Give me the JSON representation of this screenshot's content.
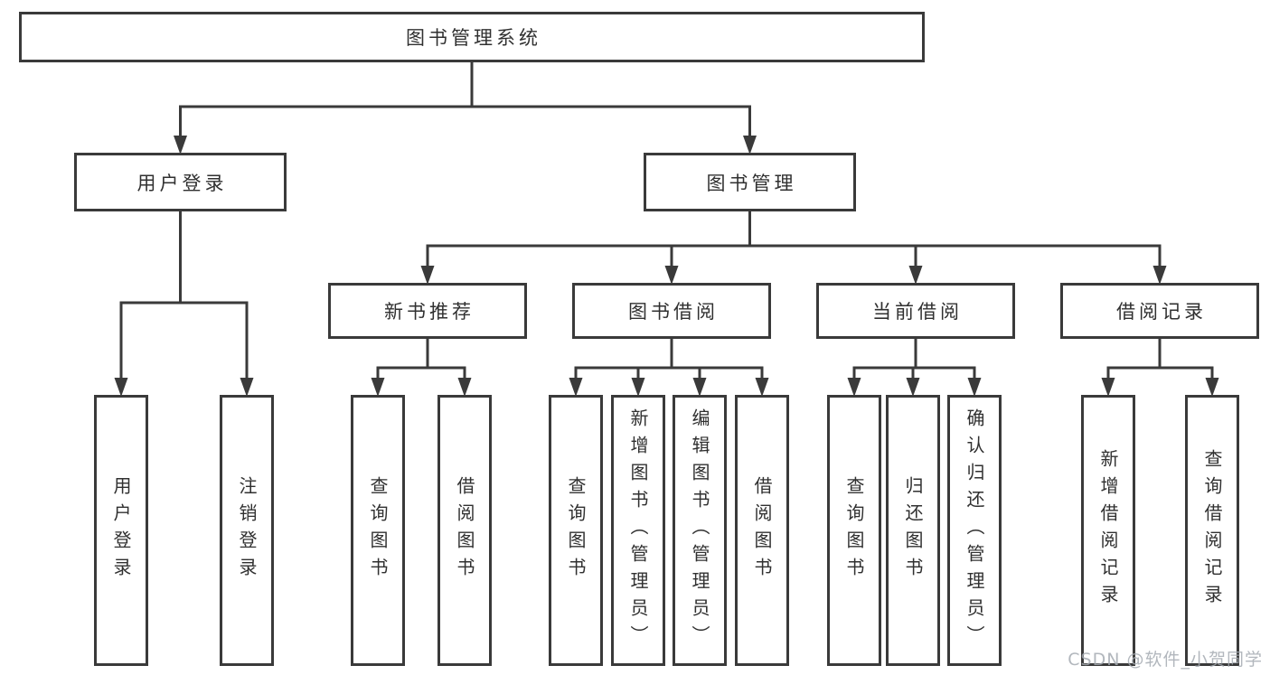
{
  "diagram": {
    "title": "图书管理系统",
    "colors": {
      "line": "#3a3a3a",
      "box_border": "#3a3a3a",
      "box_background": "#ffffff",
      "text": "#303030",
      "watermark": "#a5aab2",
      "background": "#ffffff"
    },
    "nodes": [
      {
        "id": "root",
        "label": "图书管理系统",
        "parent": null,
        "orientation": "horizontal"
      },
      {
        "id": "user-login",
        "label": "用户登录",
        "parent": "root",
        "orientation": "horizontal"
      },
      {
        "id": "book-mgmt",
        "label": "图书管理",
        "parent": "root",
        "orientation": "horizontal"
      },
      {
        "id": "new-book-rec",
        "label": "新书推荐",
        "parent": "book-mgmt",
        "orientation": "horizontal"
      },
      {
        "id": "book-borrow",
        "label": "图书借阅",
        "parent": "book-mgmt",
        "orientation": "horizontal"
      },
      {
        "id": "current-borrow",
        "label": "当前借阅",
        "parent": "book-mgmt",
        "orientation": "horizontal"
      },
      {
        "id": "borrow-records",
        "label": "借阅记录",
        "parent": "book-mgmt",
        "orientation": "horizontal"
      },
      {
        "id": "leaf-user-login",
        "label": "用户登录",
        "parent": "user-login",
        "orientation": "vertical"
      },
      {
        "id": "leaf-logout",
        "label": "注销登录",
        "parent": "user-login",
        "orientation": "vertical"
      },
      {
        "id": "leaf-nbr-query",
        "label": "查询图书",
        "parent": "new-book-rec",
        "orientation": "vertical"
      },
      {
        "id": "leaf-nbr-borrow",
        "label": "借阅图书",
        "parent": "new-book-rec",
        "orientation": "vertical"
      },
      {
        "id": "leaf-bb-query",
        "label": "查询图书",
        "parent": "book-borrow",
        "orientation": "vertical"
      },
      {
        "id": "leaf-bb-add",
        "label": "新增图书（管理员）",
        "parent": "book-borrow",
        "orientation": "vertical"
      },
      {
        "id": "leaf-bb-edit",
        "label": "编辑图书（管理员）",
        "parent": "book-borrow",
        "orientation": "vertical"
      },
      {
        "id": "leaf-bb-borrow",
        "label": "借阅图书",
        "parent": "book-borrow",
        "orientation": "vertical"
      },
      {
        "id": "leaf-cb-query",
        "label": "查询图书",
        "parent": "current-borrow",
        "orientation": "vertical"
      },
      {
        "id": "leaf-cb-return",
        "label": "归还图书",
        "parent": "current-borrow",
        "orientation": "vertical"
      },
      {
        "id": "leaf-cb-confirm",
        "label": "确认归还（管理员）",
        "parent": "current-borrow",
        "orientation": "vertical"
      },
      {
        "id": "leaf-br-add",
        "label": "新增借阅记录",
        "parent": "borrow-records",
        "orientation": "vertical"
      },
      {
        "id": "leaf-br-query",
        "label": "查询借阅记录",
        "parent": "borrow-records",
        "orientation": "vertical"
      }
    ]
  },
  "watermark": {
    "text": "CSDN @软件_小贺同学"
  }
}
